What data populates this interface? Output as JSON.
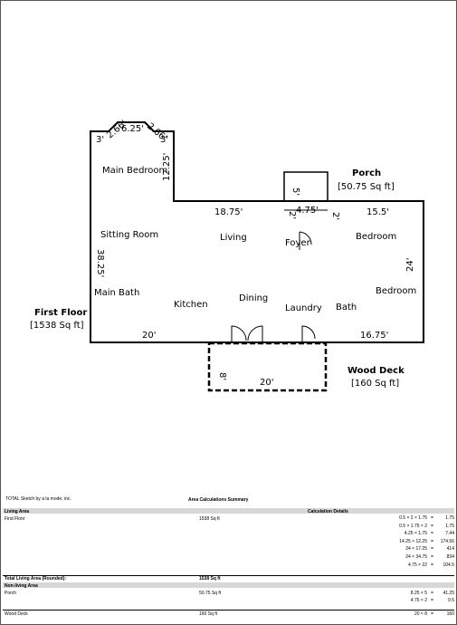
{
  "plan": {
    "areas": [
      {
        "name": "First Floor",
        "sqft": "[1538 Sq ft]"
      },
      {
        "name": "Porch",
        "sqft": "[50.75 Sq ft]"
      },
      {
        "name": "Wood Deck",
        "sqft": "[160 Sq ft]"
      }
    ],
    "rooms": [
      "Main Bedroom",
      "Sitting Room",
      "Living",
      "Foyer",
      "Bedroom",
      "Main Bath",
      "Kitchen",
      "Dining",
      "Laundry",
      "Bath",
      "Bedroom"
    ],
    "dimensions": [
      "3'",
      "2.66'",
      "6.25'",
      "2.66'",
      "3'",
      "12.25'",
      "38.25'",
      "18.75'",
      "5'",
      "2'",
      "4.75'",
      "2'",
      "15.5'",
      "24'",
      "20'",
      "16.75'",
      "8'",
      "20'"
    ]
  },
  "summary": {
    "software": "TOTAL Sketch by a la mode, inc.",
    "title": "Area Calculations Summary",
    "living_header": "Living Area",
    "details_header": "Calculation Details",
    "first_floor": {
      "label": "First Floor",
      "value": "1538 Sq ft"
    },
    "calcs": [
      {
        "expr": "0.5 × 2 × 1.75",
        "eq": "=",
        "val": "1.75"
      },
      {
        "expr": "0.5 × 1.75 × 2",
        "eq": "=",
        "val": "1.75"
      },
      {
        "expr": "4.25 × 1.75",
        "eq": "=",
        "val": "7.44"
      },
      {
        "expr": "14.25 × 12.25",
        "eq": "=",
        "val": "174.56"
      },
      {
        "expr": "24 × 17.25",
        "eq": "=",
        "val": "414"
      },
      {
        "expr": "24 × 34.75",
        "eq": "=",
        "val": "834"
      },
      {
        "expr": "4.75 × 22",
        "eq": "=",
        "val": "104.5"
      }
    ],
    "total_label": "Total Living Area (Rounded):",
    "total_value": "1538 Sq ft",
    "nonliving_header": "Non-living Area",
    "porch": {
      "label": "Porch",
      "value": "50.75 Sq ft"
    },
    "porch_calcs": [
      {
        "expr": "8.25 × 5",
        "eq": "=",
        "val": "41.25"
      },
      {
        "expr": "4.75 × 2",
        "eq": "=",
        "val": "9.5"
      }
    ],
    "deck": {
      "label": "Wood Deck",
      "value": "160 Sq ft"
    },
    "deck_calcs": [
      {
        "expr": "20 × 8",
        "eq": "=",
        "val": "160"
      }
    ]
  }
}
